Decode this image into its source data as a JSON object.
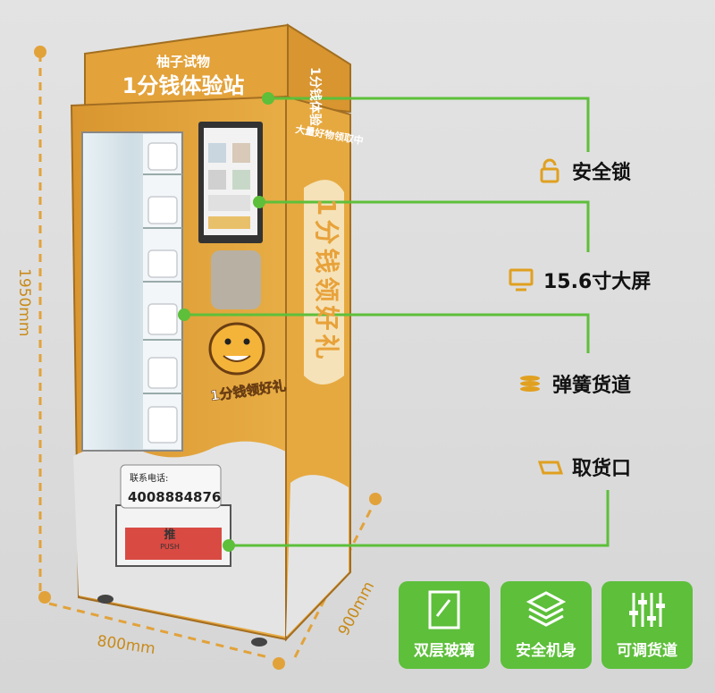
{
  "machine": {
    "sign_small": "柚子试物",
    "sign_big": "1分钱体验站",
    "side_sign": "1分钱体验",
    "side_banner": "大量好物领取中",
    "vertical_text": "1分钱领好礼",
    "contact_label": "联系电话:",
    "phone": "4008884876",
    "push_label": "推",
    "push_en": "PUSH",
    "mascot_text": "1分钱领好礼"
  },
  "features": {
    "lock": "安全锁",
    "screen": "15.6寸大屏",
    "spring": "弹簧货道",
    "pickup": "取货口"
  },
  "badges": {
    "glass": "双层玻璃",
    "body": "安全机身",
    "track": "可调货道"
  },
  "dimensions": {
    "height": "1950mm",
    "width": "800mm",
    "depth": "900mm"
  },
  "colors": {
    "machine_orange": "#e4a53c",
    "accent_green": "#5dbf3a",
    "icon_orange": "#e0a020",
    "dim_orange": "#c88a1a"
  }
}
